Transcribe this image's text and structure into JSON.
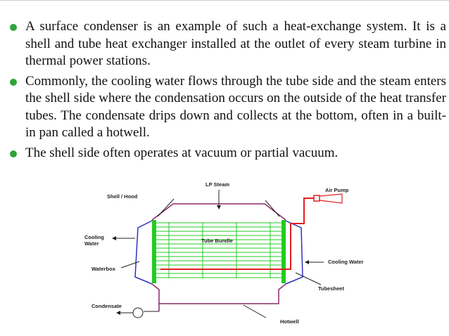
{
  "bullets": [
    "A surface condenser is an example of such a heat-exchange system. It is a shell and tube heat exchanger installed at the outlet of every steam turbine in thermal power stations.",
    "Commonly, the cooling water flows through the tube side and the steam enters the shell side where the condensation occurs on the outside of the heat transfer tubes. The condensate drips down and collects at the bottom, often in a built-in pan called a hotwell.",
    "The shell side often operates at vacuum or partial vacuum."
  ],
  "diagram": {
    "labels": {
      "lp_steam": "LP Steam",
      "shell_hood": "Shell / Hood",
      "air_pump": "Air Pump",
      "cooling_water_in": "Cooling\nWater",
      "tube_bundle": "Tube Bundle",
      "cooling_water_out": "Cooling Water",
      "waterbox": "Waterbox",
      "tubesheet": "Tubesheet",
      "condensate": "Condensate",
      "hotwell": "Hotwell"
    },
    "colors": {
      "tubes": "#22cc22",
      "steam_path": "#e02020",
      "waterbox": "#3030c0",
      "shell": "#8a2a6a",
      "bullet": "#2fa33a"
    }
  }
}
